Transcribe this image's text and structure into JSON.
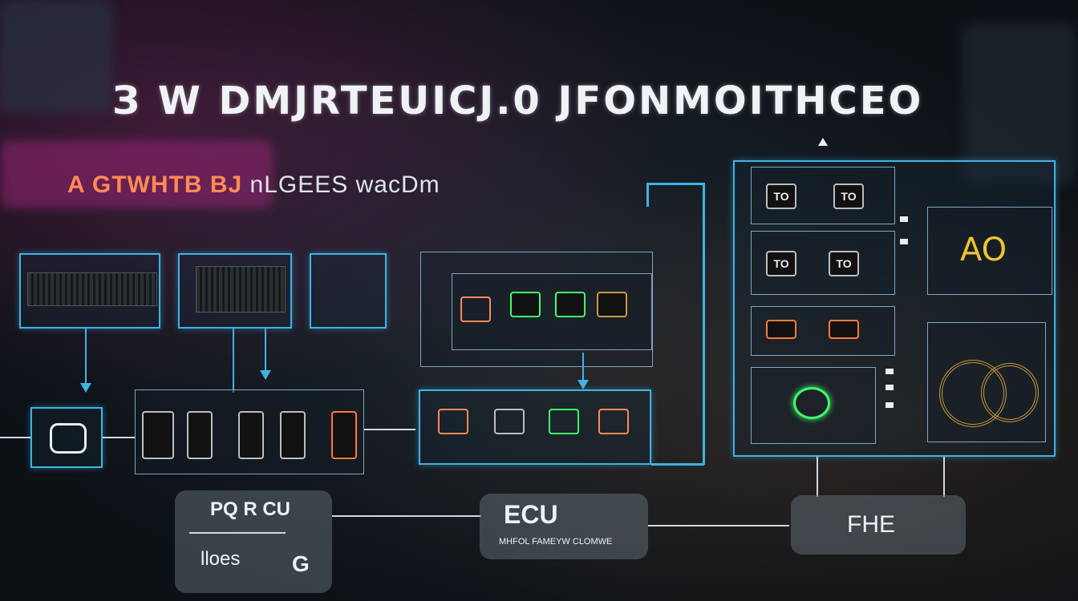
{
  "title": "З W DMJRTEUICJ.0 JFONMOITHCEO",
  "subtitle": {
    "left": "A GTWHTB BJ",
    "right": "nLGEES wacDm"
  },
  "bottom_boxes": {
    "left": {
      "label": "PQ R CU",
      "value": "lloes",
      "value2": "G"
    },
    "middle": {
      "label": "ECU",
      "sublabel": "MHFOL FAMEYW CLOMWE"
    },
    "right": {
      "label": "FHE"
    }
  },
  "grid": {
    "cell_label": "TO",
    "panel_label": "AO"
  },
  "colors": {
    "accent": "#3fb3e6",
    "green": "#3cff6a",
    "orange": "#ff8a55",
    "gold": "#c99a3c"
  }
}
